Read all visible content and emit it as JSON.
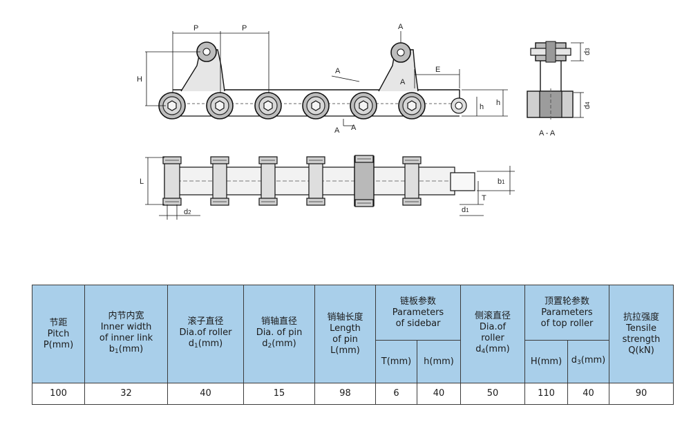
{
  "drawing": {
    "labels": {
      "pitch_1": "P",
      "pitch_2": "P",
      "section_a_top": "A",
      "section_a_mid": "A",
      "section_a_side": "A",
      "section_a_bottom": "A",
      "section_a_bottom2": "A",
      "height_H": "H",
      "length_E": "E",
      "h_main": "h",
      "h_side": "h",
      "d3": "d",
      "d3_sub": "3",
      "d4": "d",
      "d4_sub": "4",
      "section_view": "A - A",
      "L": "L",
      "d2": "d",
      "d2_sub": "2",
      "d1": "d",
      "d1_sub": "1",
      "b1": "b",
      "b1_sub": "1",
      "T": "T"
    }
  },
  "table": {
    "headers": {
      "pitch": {
        "zh": "节距",
        "en1": "Pitch",
        "en2": "P(mm)"
      },
      "inner_width": {
        "zh": "内节内宽",
        "en1": "Inner width",
        "en2": "of inner link",
        "sym": "b",
        "sub": "1",
        "unit": "(mm)"
      },
      "roller_dia": {
        "zh": "滚子直径",
        "en1": "Dia.of roller",
        "sym": "d",
        "sub": "1",
        "unit": "(mm)"
      },
      "pin_dia": {
        "zh": "销轴直径",
        "en1": "Dia. of pin",
        "sym": "d",
        "sub": "2",
        "unit": "(mm)"
      },
      "pin_length": {
        "zh": "销轴长度",
        "en1": "Length",
        "en2": "of pin",
        "en3": "L(mm)"
      },
      "sidebar": {
        "zh": "链板参数",
        "en1": "Parameters",
        "en2": "of sidebar"
      },
      "sidebar_T": "T(mm)",
      "sidebar_h": "h(mm)",
      "side_roller": {
        "zh": "侧滚直径",
        "en1": "Dia.of",
        "en2": "roller",
        "sym": "d",
        "sub": "4",
        "unit": "(mm)"
      },
      "top_roller": {
        "zh": "顶置轮参数",
        "en1": "Parameters",
        "en2": "of top roller"
      },
      "top_H": "H(mm)",
      "top_d3_sym": "d",
      "top_d3_sub": "3",
      "top_d3_unit": "(mm)",
      "tensile": {
        "zh": "抗拉强度",
        "en1": "Tensile",
        "en2": "strength",
        "en3": "Q(kN)"
      }
    },
    "row": {
      "pitch": "100",
      "inner_width": "32",
      "roller_dia": "40",
      "pin_dia": "15",
      "pin_length": "98",
      "T": "6",
      "h": "40",
      "side_roller": "50",
      "H": "110",
      "d3": "40",
      "tensile": "90"
    },
    "colors": {
      "header_bg": "#a9cfea",
      "border": "#3a3a3a"
    }
  }
}
